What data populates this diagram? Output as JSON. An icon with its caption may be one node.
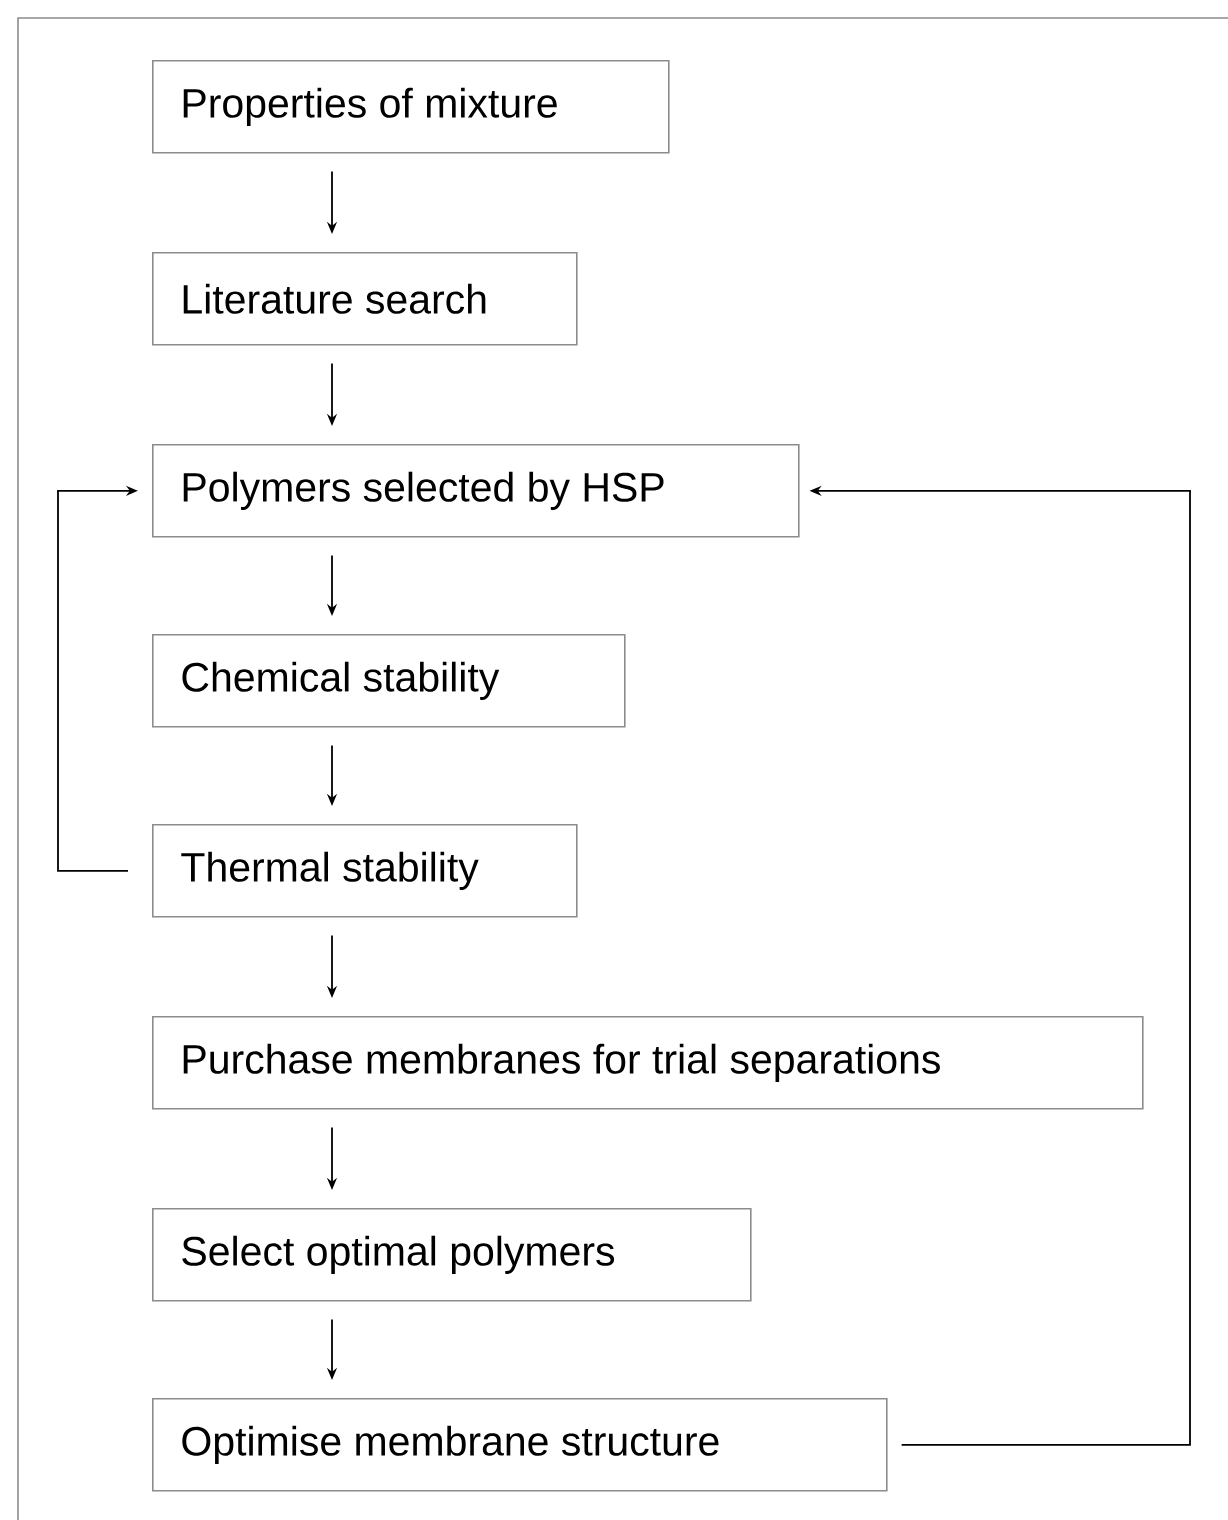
{
  "diagram": {
    "nodes": [
      {
        "text": [
          "Properties of mixture"
        ]
      },
      {
        "text": [
          "Literature search"
        ]
      },
      {
        "text": [
          "Polymers selected by HSP"
        ]
      },
      {
        "text": [
          "Chemical stability"
        ]
      },
      {
        "text": [
          "Thermal stability"
        ]
      },
      {
        "text": [
          "Purchase membranes for trial separations"
        ]
      },
      {
        "text": [
          "Select optimal polymers"
        ]
      },
      {
        "text": [
          "Optimise membrane structure"
        ]
      }
    ],
    "edges": [
      {
        "from": 0,
        "to": 1,
        "arrow": "to"
      },
      {
        "from": 1,
        "to": 2,
        "arrow": "to"
      },
      {
        "from": 2,
        "to": 3,
        "arrow": "to"
      },
      {
        "from": 3,
        "to": 4,
        "arrow": "to"
      },
      {
        "from": 4,
        "to": 5,
        "arrow": "to"
      },
      {
        "from": 5,
        "to": 6,
        "arrow": "to"
      },
      {
        "from": 6,
        "to": 7,
        "arrow": "to"
      },
      {
        "from": 4,
        "to": 2,
        "arrow": "to"
      },
      {
        "from": 7,
        "to": 2,
        "arrow": "to"
      }
    ]
  }
}
